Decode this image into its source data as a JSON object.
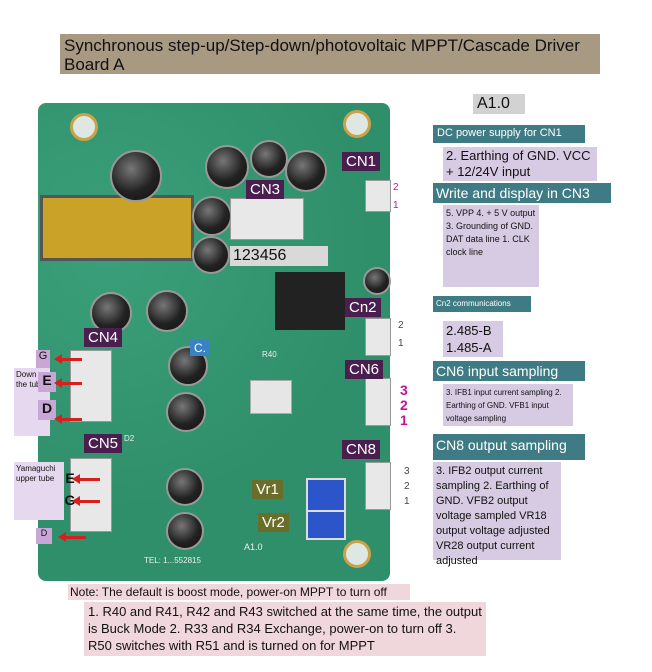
{
  "title": "Synchronous step-up/Step-down/photovoltaic MPPT/Cascade Driver Board A",
  "version": "A1.0",
  "cn1": {
    "label": "CN1",
    "header": "DC power supply for CN1",
    "desc": "2. Earthing of GND. VCC + 12/24V input",
    "pins": [
      "2",
      "1"
    ]
  },
  "cn3": {
    "label": "CN3",
    "header": "Write and display in CN3",
    "desc": "5. VPP 4. + 5 V output 3. Grounding of GND. DAT data line 1. CLK clock line",
    "pin_numbers": "123456"
  },
  "cn2": {
    "label": "Cn2",
    "header": "Cn2 communications",
    "desc": "2.485-B 1.485-A",
    "pins": [
      "2",
      "1"
    ]
  },
  "cn6": {
    "label": "CN6",
    "header": "CN6 input sampling",
    "desc": "3. IFB1 input current sampling 2. Earthing of GND. VFB1 input voltage sampling",
    "pins": [
      "3",
      "2",
      "1"
    ]
  },
  "cn8": {
    "label": "CN8",
    "header": "CN8 output sampling",
    "desc": "3. IFB2 output current sampling 2. Earthing of GND. VFB2 output voltage sampled VR18 output voltage adjusted VR28 output current adjusted",
    "pins": [
      "3",
      "2",
      "1"
    ]
  },
  "cn4": {
    "label": "CN4",
    "side": "Down the tube",
    "pins": [
      "G",
      "E",
      "D"
    ]
  },
  "cn5": {
    "label": "CN5",
    "side": "Yamaguchi upper tube",
    "pins": [
      "E",
      "G",
      "D"
    ]
  },
  "board": {
    "vr1": "Vr1",
    "vr2": "Vr2",
    "c_label": "C.",
    "r40": "R40",
    "tel": "TEL: 1...552815",
    "silk_version": "A1.0",
    "d2": "D2"
  },
  "notes": {
    "header": "Note: The default is boost mode, power-on MPPT to turn off",
    "body": "1. R40 and R41, R42 and R43 switched at the same time, the output is Buck Mode 2. R33 and R34 Exchange, power-on to turn off 3. R50 switches with R51 and is turned on for MPPT"
  },
  "colors": {
    "board": "#2f8f6a",
    "label_dark": "#4a1e4f",
    "header_teal": "#3f7b84",
    "desc_lavender": "#d7cbe3",
    "note_pink": "#f0d7dc",
    "arrow_red": "#d62020"
  }
}
